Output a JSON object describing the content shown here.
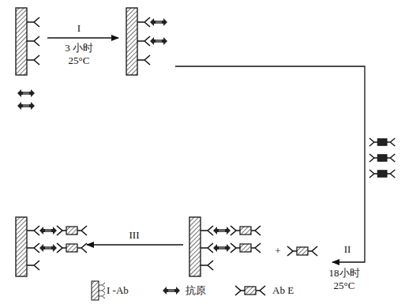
{
  "diagram": {
    "labels": [
      "I",
      "3 小时",
      "25°C",
      "II",
      "18小时",
      "25°C",
      "III",
      "+"
    ],
    "legend": [
      {
        "text": "I -Ab"
      },
      {
        "text": "抗原"
      },
      {
        "text": "Ab E"
      }
    ]
  }
}
